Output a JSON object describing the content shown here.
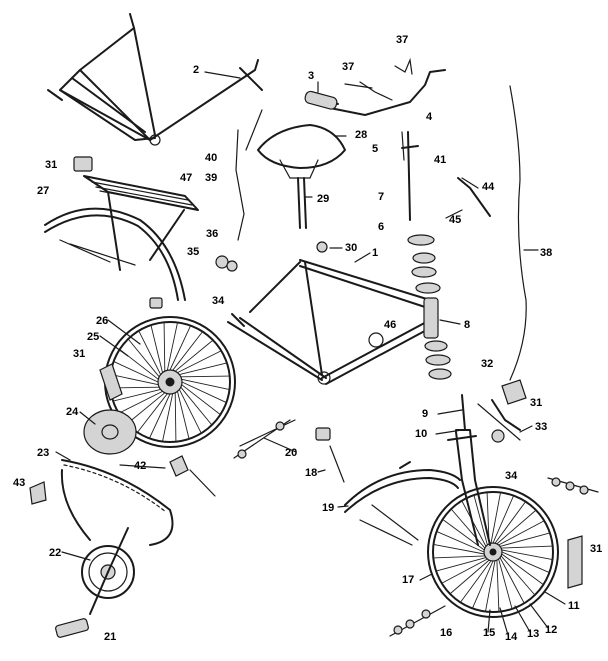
{
  "callouts": {
    "c1": "1",
    "c2": "2",
    "c3": "3",
    "c4": "4",
    "c5": "5",
    "c6": "6",
    "c7": "7",
    "c8": "8",
    "c9": "9",
    "c10": "10",
    "c11": "11",
    "c12": "12",
    "c13": "13",
    "c14": "14",
    "c15": "15",
    "c16": "16",
    "c17": "17",
    "c18": "18",
    "c19": "19",
    "c20": "20",
    "c21": "21",
    "c22": "22",
    "c23": "23",
    "c24": "24",
    "c25": "25",
    "c26": "26",
    "c27": "27",
    "c28": "28",
    "c29": "29",
    "c30": "30",
    "c31": "31",
    "c32": "32",
    "c33": "33",
    "c34": "34",
    "c35": "35",
    "c36": "36",
    "c37": "37",
    "c38": "38",
    "c39": "39",
    "c40": "40",
    "c41": "41",
    "c42": "42",
    "c43": "43",
    "c44": "44",
    "c45": "45",
    "c46": "46",
    "c47": "47"
  },
  "colors": {
    "ink": "#1a1a1a",
    "background": "#ffffff"
  }
}
